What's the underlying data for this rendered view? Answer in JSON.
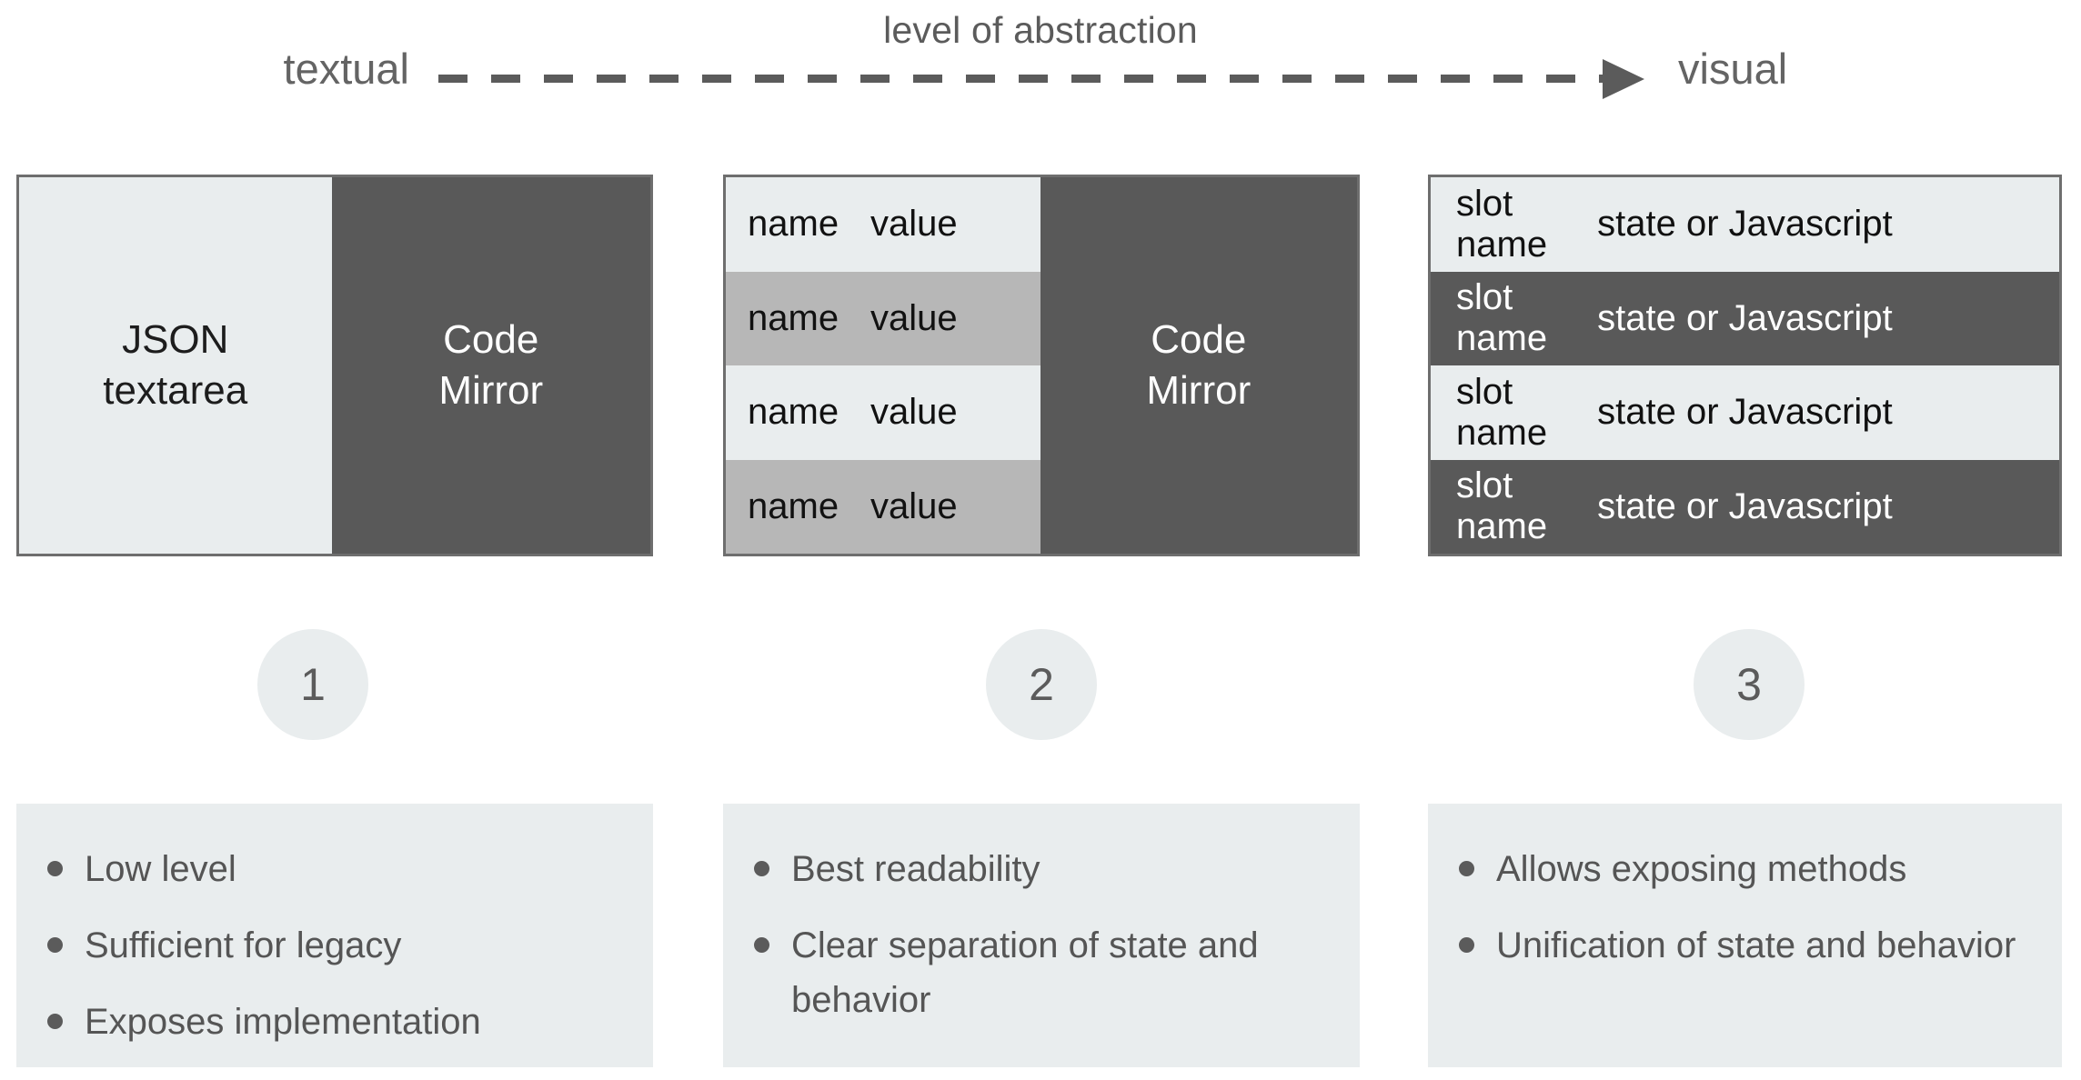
{
  "axis": {
    "title": "level of abstraction",
    "left_label": "textual",
    "right_label": "visual",
    "arrow_style": "dashed-right-arrow"
  },
  "colors": {
    "light_panel": "#e9edee",
    "medium_panel": "#b7b7b7",
    "dark_panel": "#595959",
    "border": "#6e6e6e",
    "text_dark": "#555555",
    "text_light": "#ffffff",
    "page_background": "#ffffff"
  },
  "columns": [
    {
      "step": "1",
      "panel": {
        "kind": "split",
        "left": {
          "label": "JSON\ntextarea",
          "line1": "JSON",
          "line2": "textarea",
          "tone": "light"
        },
        "right": {
          "label": "Code\nMirror",
          "line1": "Code",
          "line2": "Mirror",
          "tone": "dark"
        }
      },
      "bullets": [
        "Low level",
        "Sufficient for legacy",
        "Exposes implementation"
      ]
    },
    {
      "step": "2",
      "panel": {
        "kind": "table-plus-editor",
        "rows": [
          {
            "name": "name",
            "value": "value",
            "tone": "light"
          },
          {
            "name": "name",
            "value": "value",
            "tone": "medium"
          },
          {
            "name": "name",
            "value": "value",
            "tone": "light"
          },
          {
            "name": "name",
            "value": "value",
            "tone": "medium"
          }
        ],
        "editor": {
          "line1": "Code",
          "line2": "Mirror",
          "tone": "dark"
        }
      },
      "bullets": [
        "Best readability",
        "Clear separation of state and behavior"
      ]
    },
    {
      "step": "3",
      "panel": {
        "kind": "table",
        "rows": [
          {
            "name": "slot name",
            "value": "state or Javascript",
            "tone": "light"
          },
          {
            "name": "slot name",
            "value": "state or Javascript",
            "tone": "dark"
          },
          {
            "name": "slot name",
            "value": "state or Javascript",
            "tone": "light"
          },
          {
            "name": "slot name",
            "value": "state or Javascript",
            "tone": "dark"
          }
        ]
      },
      "bullets": [
        "Allows exposing methods",
        "Unification of state and behavior"
      ]
    }
  ]
}
